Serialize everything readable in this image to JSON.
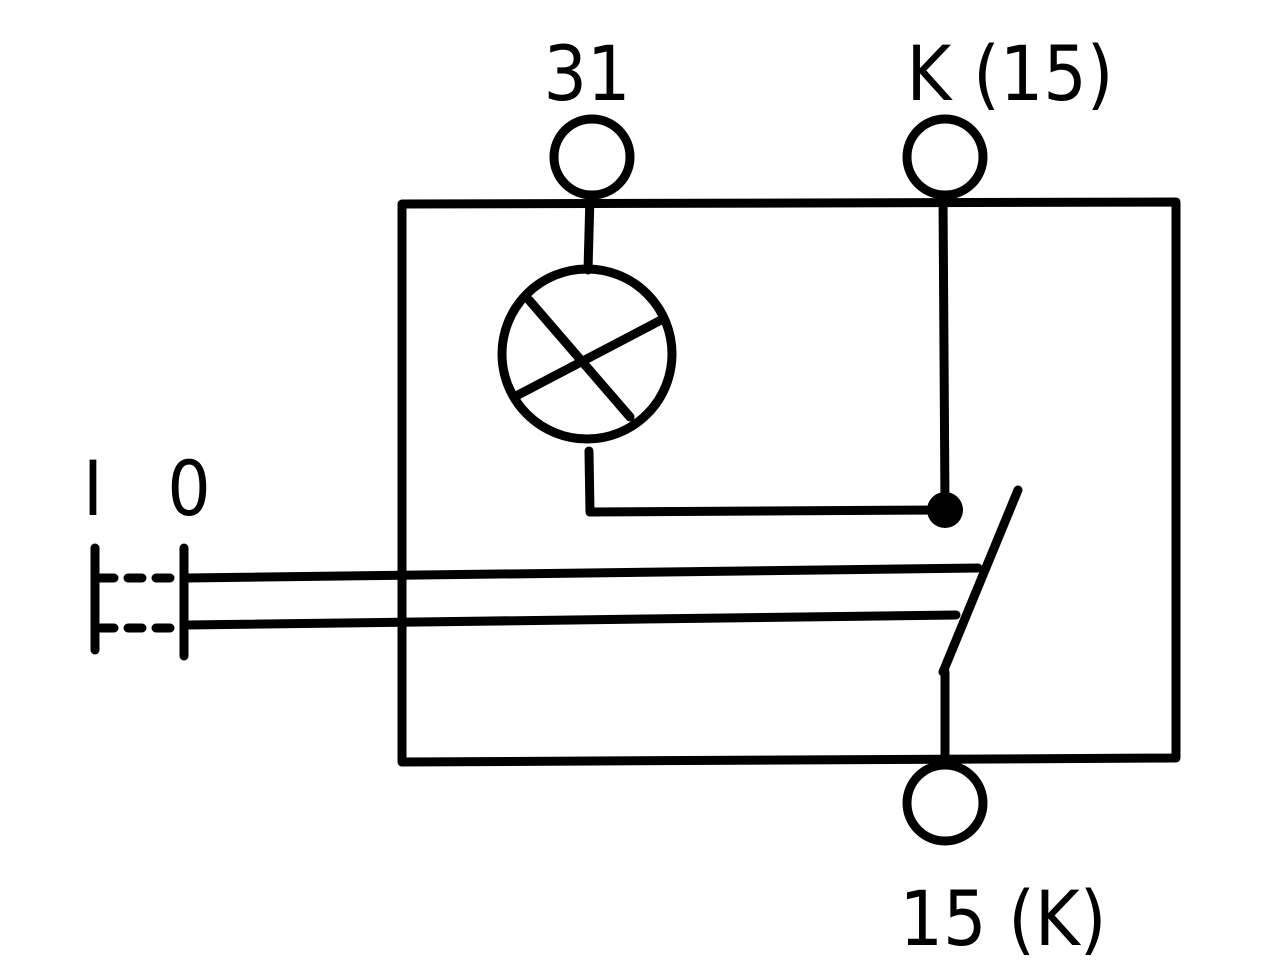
{
  "terminals": {
    "ground": "31",
    "supply_top": "K (15)",
    "supply_bottom": "15 (K)"
  },
  "switch_positions": {
    "on": "I",
    "off": "0"
  },
  "colors": {
    "line": "#000000",
    "background": "#ffffff"
  }
}
